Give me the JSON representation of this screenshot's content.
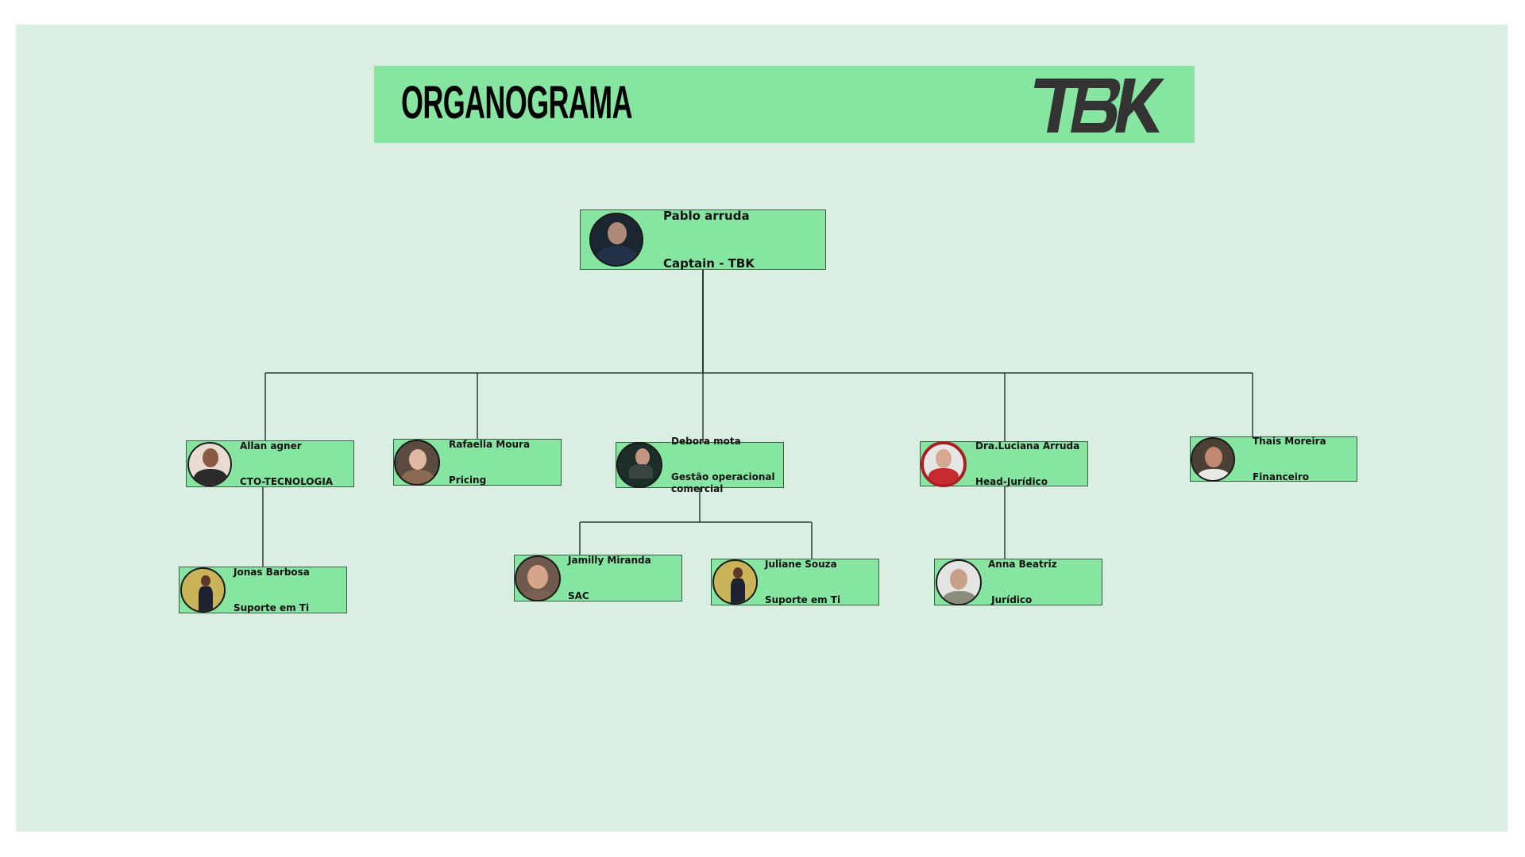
{
  "header": {
    "title": "ORGANOGRAMA",
    "logo_text": "TBK",
    "logo_icon": "tbk-logo-icon"
  },
  "colors": {
    "canvas_bg": "#d8efe2",
    "node_bg": "#87e5a2",
    "node_border": "#3c5a46",
    "connector": "#2e3b33",
    "logo": "#333333"
  },
  "root": {
    "name": "Pablo arruda",
    "role": "Captain - TBK",
    "avatar_icon": "person-avatar-icon"
  },
  "level1": [
    {
      "name": "Allan agner",
      "role": "CTO-TECNOLOGIA"
    },
    {
      "name": "Rafaella Moura",
      "role": "Pricing"
    },
    {
      "name": "Debora mota",
      "role": "Gestão operacional\ncomercial"
    },
    {
      "name": "Dra.Luciana Arruda",
      "role": "Head-Jurídico"
    },
    {
      "name": "Thais Moreira",
      "role": "Financeiro"
    }
  ],
  "level2": [
    {
      "name": "Jonas Barbosa",
      "role": "Suporte em Ti",
      "parent": "Allan agner"
    },
    {
      "name": "Jamilly Miranda",
      "role": "SAC",
      "parent": "Debora mota"
    },
    {
      "name": "Juliane Souza",
      "role": "Suporte em Ti",
      "parent": "Debora mota"
    },
    {
      "name": "Anna Beatriz",
      "role": " Jurídico",
      "parent": "Dra.Luciana Arruda"
    }
  ]
}
